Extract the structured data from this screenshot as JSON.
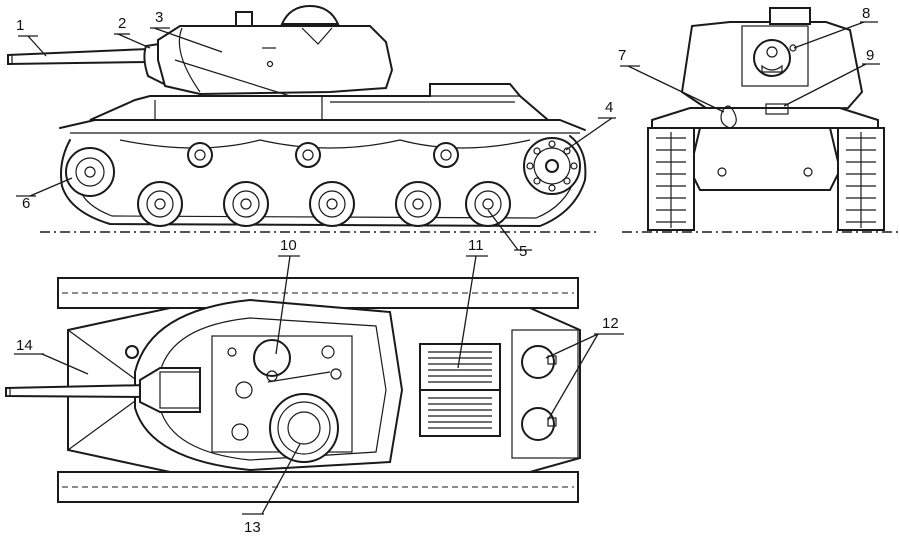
{
  "callouts": {
    "c1": "1",
    "c2": "2",
    "c3": "3",
    "c4": "4",
    "c5": "5",
    "c6": "6",
    "c7": "7",
    "c8": "8",
    "c9": "9",
    "c10": "10",
    "c11": "11",
    "c12": "12",
    "c13": "13",
    "c14": "14"
  },
  "colors": {
    "ink": "#1a1a1a",
    "paper": "#ffffff"
  }
}
